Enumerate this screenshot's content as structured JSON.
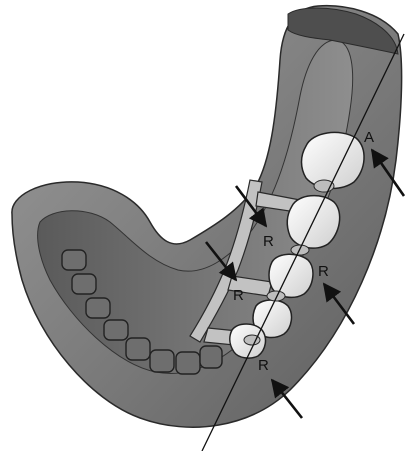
{
  "figure": {
    "labels": {
      "abutment": "A",
      "rest_upper_left": "R",
      "rest_lower_left": "R",
      "rest_right": "R",
      "rest_bottom": "R"
    },
    "colors": {
      "background": "#ffffff",
      "cast_outline": "#2a2a2a",
      "cast_fill": "#8a8a8a",
      "ridge_fill": "#6b6b6b",
      "tooth_fill": "#f4f4f4",
      "framework_fill": "#bdbdbd",
      "arrow": "#111111",
      "path_line": "#111111"
    }
  }
}
